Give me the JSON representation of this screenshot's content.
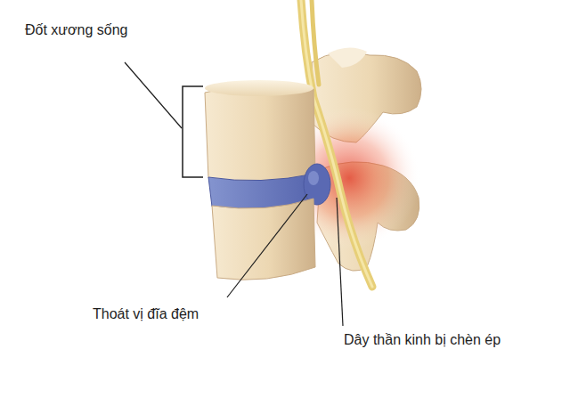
{
  "diagram": {
    "labels": [
      "Đốt xương sống",
      "Thoát vị đĩa đệm",
      "Dây thần kinh bị chèn ép"
    ]
  }
}
